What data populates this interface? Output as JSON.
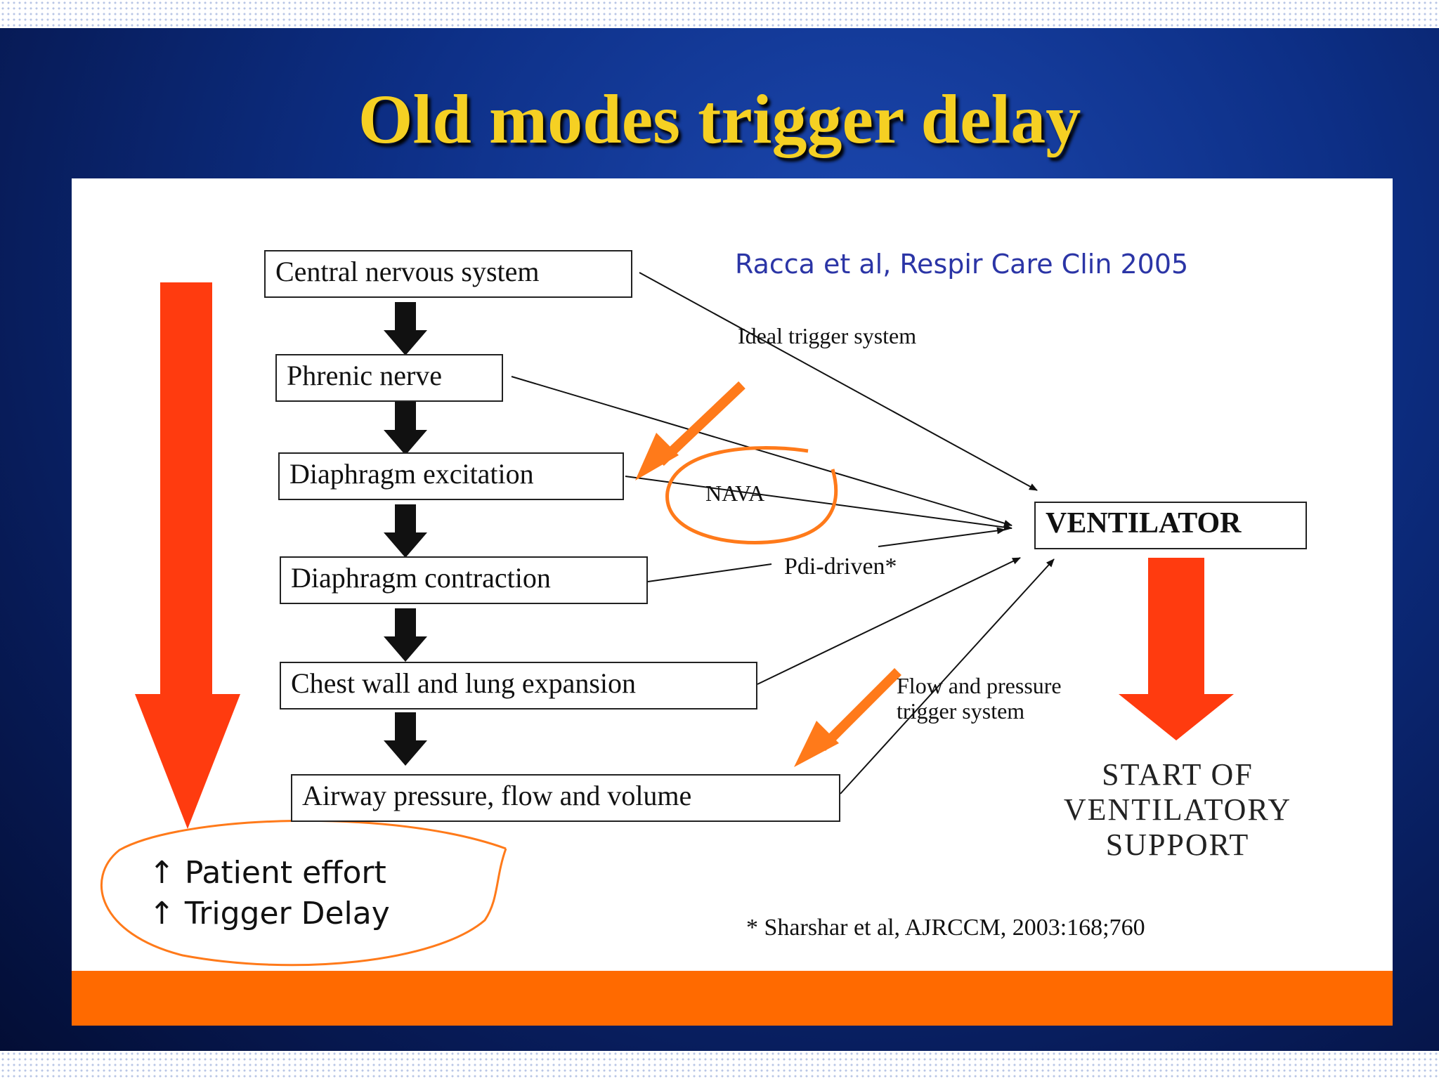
{
  "title": "Old modes trigger delay",
  "citation": "Racca et al, Respir Care Clin 2005",
  "footnote": "* Sharshar et al, AJRCCM, 2003:168;760",
  "chain": [
    "Central nervous system",
    "Phrenic nerve",
    "Diaphragm excitation",
    "Diaphragm contraction",
    "Chest wall and lung expansion",
    "Airway pressure, flow and volume"
  ],
  "ventilator": "VENTILATOR",
  "labels": {
    "ideal": "Ideal trigger system",
    "nava": "NAVA",
    "pdi": "Pdi-driven*",
    "flow_line1": "Flow and pressure",
    "flow_line2": "trigger system"
  },
  "outcome": {
    "line1": "START OF",
    "line2": "VENTILATORY",
    "line3": "SUPPORT"
  },
  "handnote": {
    "line1": "Patient effort",
    "line2": "Trigger Delay",
    "arrow": "↑"
  },
  "colors": {
    "title": "#f5d023",
    "big_arrow": "#ff3b0f",
    "annotation": "#ff7a1a",
    "bottom_bar": "#ff6a00"
  }
}
